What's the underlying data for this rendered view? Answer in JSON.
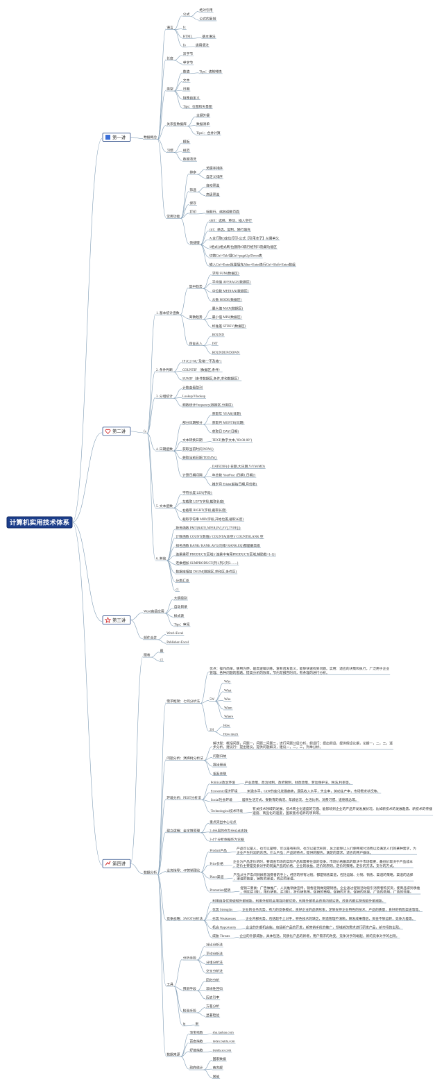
{
  "root": "计算机实用技术体系",
  "icons": {
    "l1": "blue-square-icon",
    "l2": "heart-icon",
    "l3": "star-icon",
    "l4": "chart-icon"
  },
  "colors": {
    "root": "#1d3f8c",
    "line": "#7f9cb5",
    "icon_blue": "#3b6fd8",
    "icon_red": "#d02020"
  },
  "tree": [
    {
      "t": "第一讲",
      "c": [
        {
          "t": "数据概念",
          "c": [
            {
              "t": "语言",
              "c": [
                {
                  "t": "公式",
                  "c": [
                    {
                      "t": "绝对引用"
                    },
                    {
                      "t": "公式的复制"
                    }
                  ]
                },
                {
                  "t": "fx"
                },
                {
                  "t": "HTML",
                  "c": [
                    {
                      "t": "基本语法"
                    }
                  ]
                },
                {
                  "t": "fo",
                  "c": [
                    {
                      "t": "通用语法"
                    }
                  ]
                }
              ]
            },
            {
              "t": "长度",
              "c": [
                {
                  "t": "双字节"
                },
                {
                  "t": "单字节"
                }
              ]
            },
            {
              "t": "类型",
              "c": [
                {
                  "t": "数值",
                  "c": [
                    {
                      "t": "Tips：读制转换"
                    }
                  ]
                },
                {
                  "t": "文本"
                },
                {
                  "t": "日期"
                },
                {
                  "t": "特殊自定义"
                },
                {
                  "t": "Tips：位图和矢量图"
                }
              ]
            },
            {
              "t": "关系型数据库",
              "c": [
                {
                  "t": "主键外键"
                },
                {
                  "t": "数据清单"
                },
                {
                  "t": "Tips1：合并计算"
                }
              ]
            },
            {
              "t": "习惯",
              "c": [
                {
                  "t": "模板"
                },
                {
                  "t": "规范"
                },
                {
                  "t": "数据清洗"
                }
              ]
            },
            {
              "t": "常用功能",
              "c": [
                {
                  "t": "排序",
                  "c": [
                    {
                      "t": "关键字排序"
                    },
                    {
                      "t": "自定义排序"
                    }
                  ]
                },
                {
                  "t": "筛选",
                  "c": [
                    {
                      "t": "自动筛选"
                    },
                    {
                      "t": "高级筛选"
                    }
                  ]
                },
                {
                  "t": "保存"
                },
                {
                  "t": "打印",
                  "c": [
                    {
                      "t": "标题行、缩放调整页面"
                    }
                  ]
                },
                {
                  "t": "快捷键",
                  "c": [
                    {
                      "t": "shift：选择、移动、插入空行"
                    },
                    {
                      "t": "ctrl：单选、复制、隔行填充"
                    },
                    {
                      "t": "A 全行取()定位打印-公式【引用冻子】从属单父"
                    },
                    {
                      "t": "1格式()格式刷/拉删除/0隔行格列F3隐藏功能区"
                    },
                    {
                      "t": "切换Ctrl+Tab/插Ctrl+pageUp/Down表"
                    },
                    {
                      "t": "输入Ctrl+Enter批量填充Alter+Enter换行Ctrl+Shift+Enter数组"
                    }
                  ]
                }
              ]
            }
          ]
        }
      ]
    },
    {
      "t": "第二讲",
      "c": [
        {
          "t": "fx",
          "c": [
            {
              "t": "1. 基本统计函数",
              "c": [
                {
                  "t": "集中趋势",
                  "c": [
                    {
                      "t": "求和 SUM(数据区)"
                    },
                    {
                      "t": "平均值 AVERAGE(数据区)"
                    },
                    {
                      "t": "中位数 MEDIAN(数据区)"
                    },
                    {
                      "t": "众数 MODE(数据区)"
                    }
                  ]
                },
                {
                  "t": "离散趋势",
                  "c": [
                    {
                      "t": "最大值 MAX(数据区)"
                    },
                    {
                      "t": "最小值 MIN(数据区)"
                    },
                    {
                      "t": "标准差 STDEV(数据区)"
                    }
                  ]
                },
                {
                  "t": "四舍五入",
                  "c": [
                    {
                      "t": "ROUND"
                    },
                    {
                      "t": "INT"
                    },
                    {
                      "t": "ROUNDUP/DOWN"
                    }
                  ]
                }
              ]
            },
            {
              "t": "2. 条件判断",
              "c": [
                {
                  "t": "IF (C2>60,\"及格\",\"不及格\")"
                },
                {
                  "t": "COUNTIF （数据区,条件）"
                },
                {
                  "t": "SUMIF（条件数据区,条件,求和数据区）"
                }
              ]
            },
            {
              "t": "3. 分组统计",
              "c": [
                {
                  "t": "计数查看助列"
                },
                {
                  "t": "Lookup/Vlookup"
                },
                {
                  "t": "频数统计Frequency(数据区,分类区)"
                }
              ]
            },
            {
              "t": "4. 日期函数",
              "c": [
                {
                  "t": "部分日期部分",
                  "c": [
                    {
                      "t": "获取年 YEAR(日期)"
                    },
                    {
                      "t": "获取月 MONTH(日期)"
                    },
                    {
                      "t": "获取日 DAY(日期)"
                    }
                  ]
                },
                {
                  "t": "文本转换日期",
                  "c": [
                    {
                      "t": "TEXT(数字文本,\"00-00-00\")"
                    }
                  ]
                },
                {
                  "t": "获取当前时间 NOW()"
                },
                {
                  "t": "获取当前日期 TODAY()"
                },
                {
                  "t": "计算日期间隔",
                  "c": [
                    {
                      "t": "DATEDIF(小日期,大日期,Y/YM/MD)"
                    },
                    {
                      "t": "年总数 YearFrac (日期1,日期2)"
                    },
                    {
                      "t": "推岁月 Edate(起始日期,月份数)"
                    }
                  ]
                }
              ]
            },
            {
              "t": "5. 文本函数",
              "c": [
                {
                  "t": "字符长度 LEN(字段)"
                },
                {
                  "t": "左截取 LEFT(字段,截取长度)"
                },
                {
                  "t": "右截取 RIGHT(字段,截取长度)"
                },
                {
                  "t": "截取字符串 MID(字段,开始位置,截取长度)"
                }
              ]
            },
            {
              "t": "6. 其他",
              "c": [
                {
                  "t": "投资函数 PMT(RATE,NPER,PV[,FV[,TYPE]])"
                },
                {
                  "t": "计数函数 COUNT(数值)/ COUNTA(非空)/ COUNTBLANK 空"
                },
                {
                  "t": "排名函数 RANK/ RANK.AVG(均率/ RANK.EQ)都是最高级"
                },
                {
                  "t": "连乘乘积 PRODUCT(区域)/ 连乘中有用PRODUCT(区域,辅助数<1-1))"
                },
                {
                  "t": "连乘相加 SUMPRODUCT(列1,列2,列3……)"
                },
                {
                  "t": "数据库相加 DSUM(数据区,求和区,条件区)"
                },
                {
                  "t": "分类汇总"
                },
                {
                  "t": "c1"
                }
              ]
            }
          ]
        }
      ]
    },
    {
      "t": "第三讲",
      "c": [
        {
          "t": "Word高级应用",
          "c": [
            {
              "t": "大纲级别"
            },
            {
              "t": "自动目录"
            },
            {
              "t": "样式表"
            },
            {
              "t": "Tips：审阅"
            }
          ]
        },
        {
          "t": "邮件合并",
          "c": [
            {
              "t": "Word+Excel"
            },
            {
              "t": "Publisher+Excel"
            }
          ]
        }
      ]
    },
    {
      "t": "第四讲",
      "c": [
        {
          "t": "图表",
          "c": [
            {
              "t": "图"
            },
            {
              "t": "c1"
            }
          ]
        },
        {
          "t": "数据分析",
          "c": [
            {
              "t": "需求框架：七何分析法",
              "c": [
                {
                  "t": "优点：操作简单，使用方便，是高逻辑训练，富有启发意义，能够快速找到问题。实用：适应的决策和执行，广泛用于企业管理、各种问题的思路，提高分析的效率，节约写报告时间，有条理的进行分析。"
                },
                {
                  "t": "5W",
                  "c": [
                    {
                      "t": "Why"
                    },
                    {
                      "t": "What"
                    },
                    {
                      "t": "Who"
                    },
                    {
                      "t": "When"
                    },
                    {
                      "t": "Where"
                    }
                  ]
                },
                {
                  "t": "2H",
                  "c": [
                    {
                      "t": "How"
                    },
                    {
                      "t": "How much"
                    }
                  ]
                }
              ]
            },
            {
              "t": "问题分析：演绎树分析法",
              "c": [
                {
                  "t": "解决型：概括问题，问题一，问题二问题三，进行问题分层分析，假设行：提出假设，提供假设论据，论据一，二，三，逐步分析，建议行：提出建议，提供问题解决，建议一，二，三，列举分析。"
                },
                {
                  "t": "问题归纳"
                },
                {
                  "t": "提出假设"
                },
                {
                  "t": "相互关联"
                }
              ]
            },
            {
              "t": "环境分析：PEST分析法",
              "c": [
                {
                  "t": "Political政治环境",
                  "c": [
                    {
                      "t": "产业政策、政治体制、政府管制、财政政策、劳动保护法、税法,利率等。"
                    }
                  ]
                },
                {
                  "t": "Economic经济环境",
                  "c": [
                    {
                      "t": "刺激水平，GDP的变化发展趋势，居民收入水平，失业率，劳动生产率，市场需求状况等。"
                    }
                  ]
                },
                {
                  "t": "Social社会环境",
                  "c": [
                    {
                      "t": "居民生活方式、受教育的情况、年龄层次、生活比例、消费习惯、道德观念等。"
                    }
                  ]
                },
                {
                  "t": "Technological技术环境",
                  "c": [
                    {
                      "t": "有关技术领域的发展、技术商业化速度的方面、能影响到企业的产品开发发展状况，比如新技术的发展趋势、新技术的传播速度、商品化的速度，国家重点培养的项目等。"
                    }
                  ]
                }
              ]
            },
            {
              "t": "建立逻辑：金字塔原理",
              "c": [
                {
                  "t": "重点突出中心论点"
                },
                {
                  "t": "2-4分层的作为分论点支持"
                },
                {
                  "t": "2-4个分析依据作为论据"
                }
              ]
            },
            {
              "t": "业务指导：4P营销理论",
              "c": [
                {
                  "t": "Product产品",
                  "c": [
                    {
                      "t": "产品可以是人，也可以是物，可以是有形的，也可以是无形的，总之能够让人们使用或付消费以及满足人们的某种需求，为企业产生利润的东西。什么产品：产品的特点，提供的服务，满足的需求，适合的用户群体。"
                    }
                  ]
                },
                {
                  "t": "Price价格",
                  "c": [
                    {
                      "t": "企业为产品定价的时，要调查市场的实际产品和需要任意的竞争。市场价格最高的取决于市场需要，最低价取决于产品成本，定价主要是竞争对手的同类产品的价格、企业的收益，定价的原则，定价的策略，定价的方法，支付的方式。"
                    }
                  ]
                },
                {
                  "t": "Place渠道",
                  "c": [
                    {
                      "t": "产品从生产车间到顾客消费者的手上，经历的所有过程，都是销售渠道，包括运输、分销、销售、渠道的策略，渠道的选择，渠道的数量，销售的渠道，购买的渠道。"
                    }
                  ]
                },
                {
                  "t": "Promotion促销",
                  "c": [
                    {
                      "t": "促销三要素：广告做推广，人员推销做宣传，销售促销做短期销售。企业通过促销活动吸引消费者购买货，使商品得到承维，例如买1赠1，限价销售，买2赠1，折价销售等。促销的策略，促销的方法，促销的效果，广告的费用，广告的效果。"
                    }
                  ]
                }
              ]
            },
            {
              "t": "竞争战略：SWOT分析法",
              "c": [
                {
                  "t": "利用自身优势诚轻外部威胁，利用外部机会增强内部优势，利用外部机会改善内部劣势，改善内部劣势规避外部威胁。"
                },
                {
                  "t": "优势 Strengths",
                  "c": [
                    {
                      "t": "企业的业务优势，有力的竞争模式，良好企业的品牌形象，足够支持企业特色的技术，产品的质量，良好的销售渠道等等。"
                    }
                  ]
                },
                {
                  "t": "劣势 Weaknesses",
                  "c": [
                    {
                      "t": "企业内部劣势，包括超不上对手，特色技术的缺乏，制造管理不清晰，研发成果落后，资金不够运转，竞争力差等。"
                    }
                  ]
                },
                {
                  "t": "机会 Opportunity",
                  "c": [
                    {
                      "t": "企业的外部机会能，包括新产品的开发，新营销手段的推广，领域新的需求进行研发产品，新市场的出现。"
                    }
                  ]
                },
                {
                  "t": "威胁 Threats",
                  "c": [
                    {
                      "t": "企业的外部威胁，具体包括，同质化产品的新增，用户需求的改变，竞争对手的崛起，新的竞争对手的出现。"
                    }
                  ]
                }
              ]
            },
            {
              "t": "工具",
              "c": [
                {
                  "t": "分析手段",
                  "c": [
                    {
                      "t": "对比分析法"
                    },
                    {
                      "t": "平均分析法"
                    },
                    {
                      "t": "分组分析法"
                    },
                    {
                      "t": "交叉分析法"
                    }
                  ]
                },
                {
                  "t": "预测手段",
                  "c": [
                    {
                      "t": "回归分析"
                    },
                    {
                      "t": "非线性回归"
                    },
                    {
                      "t": "历史引率"
                    }
                  ]
                },
                {
                  "t": "检验手段",
                  "c": [
                    {
                      "t": "方差分析"
                    },
                    {
                      "t": "显著检验"
                    }
                  ]
                },
                {
                  "t": "bj",
                  "c": [
                    {
                      "t": "宏"
                    }
                  ]
                }
              ]
            },
            {
              "t": "数据来源",
              "c": [
                {
                  "t": "淘宝指数",
                  "c": [
                    {
                      "t": "shu.taobao.com"
                    }
                  ]
                },
                {
                  "t": "百度指数",
                  "c": [
                    {
                      "t": "index.baidu.com"
                    }
                  ]
                },
                {
                  "t": "好搜指数",
                  "c": [
                    {
                      "t": "trends.so.com"
                    }
                  ]
                },
                {
                  "t": "政府统计",
                  "c": [
                    {
                      "t": "国家数据"
                    },
                    {
                      "t": "商务部"
                    },
                    {
                      "t": "其他"
                    }
                  ]
                }
              ]
            }
          ]
        }
      ]
    }
  ]
}
